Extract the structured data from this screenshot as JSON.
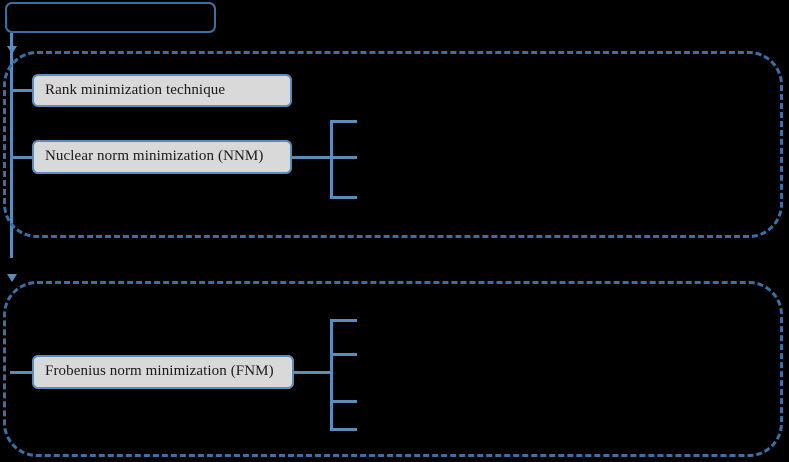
{
  "diagram": {
    "root": {
      "label": ""
    },
    "groups": [
      {
        "id": "upper",
        "label": "",
        "nodes": [
          {
            "id": "rank",
            "label": "Rank minimization  technique"
          },
          {
            "id": "nnm",
            "label": "Nuclear norm minimization  (NNM)"
          }
        ],
        "bracket": {
          "owner": "nnm",
          "prong_count": 3,
          "branches": [
            "",
            "",
            ""
          ]
        }
      },
      {
        "id": "lower",
        "label": "",
        "nodes": [
          {
            "id": "fnm",
            "label": "Frobenius norm minimization  (FNM)"
          }
        ],
        "bracket": {
          "owner": "fnm",
          "prong_count": 4,
          "branches": [
            "",
            "",
            "",
            ""
          ]
        }
      }
    ],
    "colors": {
      "background": "#000000",
      "connector": "#5b8db8",
      "group_border": "#3d6fa5",
      "node_fill": "#d9d9d9",
      "node_border": "#5b8db8",
      "node_text": "#1a1a1a"
    }
  }
}
